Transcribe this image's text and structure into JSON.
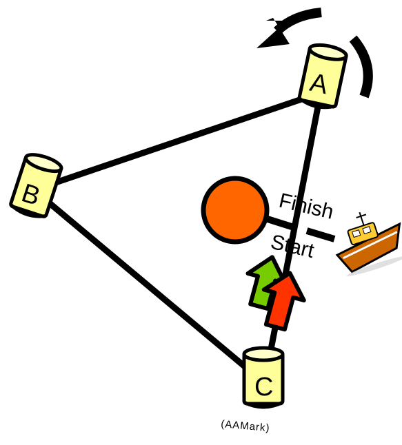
{
  "colors": {
    "buoy_fill": "#ffff99",
    "buoy_top": "#ffffcc",
    "line": "#000000",
    "committee_ball": "#ff6600",
    "start_arrow_green": "#77cc00",
    "start_arrow_red": "#ff3300",
    "boat_hull": "#cc6600",
    "boat_cabin": "#ffcc33"
  },
  "marks": {
    "a": {
      "label": "A"
    },
    "b": {
      "label": "B"
    },
    "c": {
      "label": "C",
      "sublabel": "(AAMark)"
    }
  },
  "line_labels": {
    "finish": "Finish",
    "start": "Start"
  },
  "icons": {
    "direction": "counterclockwise-arrow-icon",
    "boat": "motorboat-icon",
    "committee": "orange-ball-icon",
    "start_arrows": "up-arrow-icon"
  }
}
